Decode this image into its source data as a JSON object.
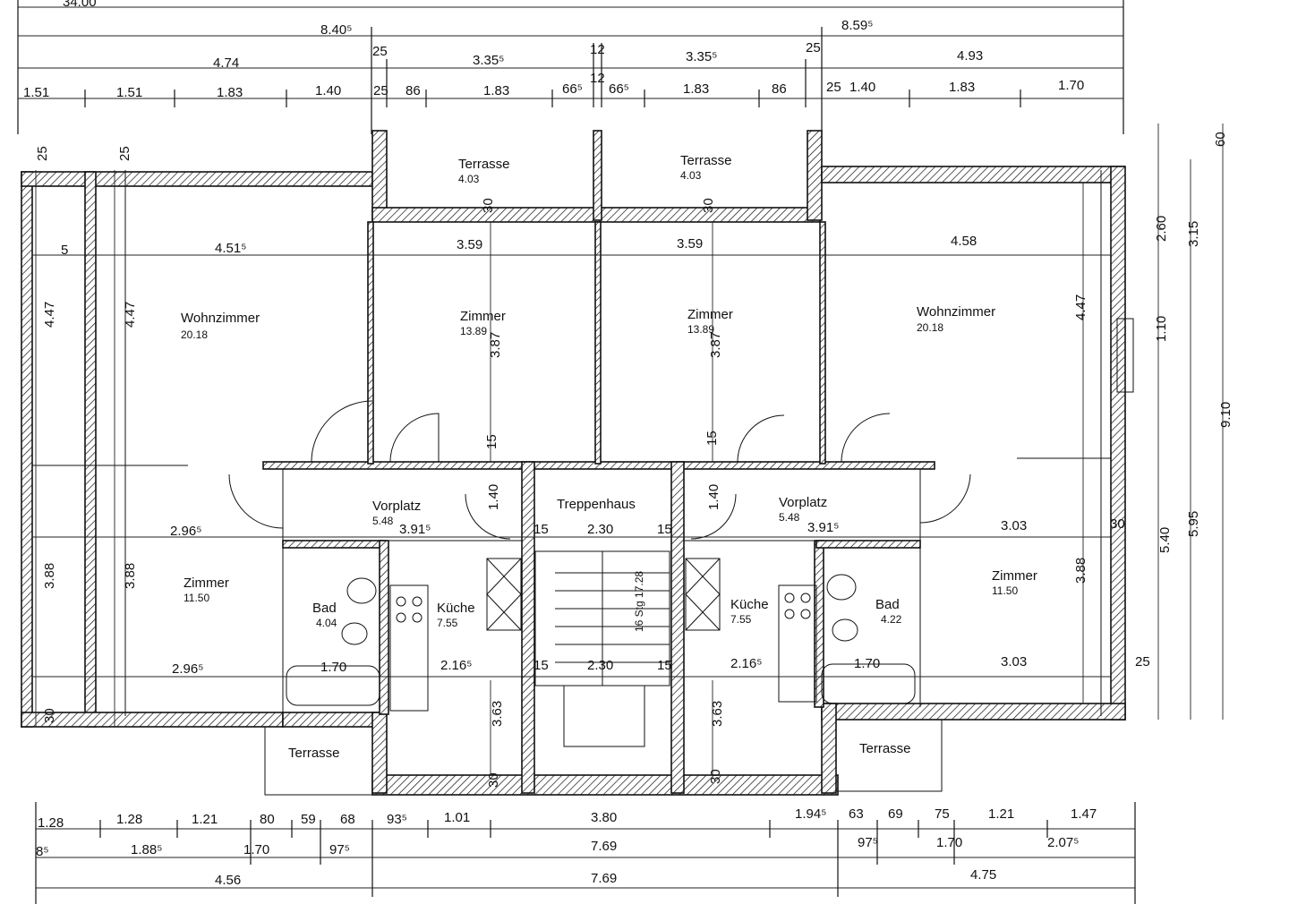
{
  "rooms": [
    {
      "name": "Wohnzimmer",
      "area": "20.18"
    },
    {
      "name": "Zimmer",
      "area": "13.89"
    },
    {
      "name": "Zimmer",
      "area": "13.89"
    },
    {
      "name": "Wohnzimmer",
      "area": "20.18"
    },
    {
      "name": "Vorplatz",
      "area": "5.48"
    },
    {
      "name": "Treppenhaus",
      "area": ""
    },
    {
      "name": "Vorplatz",
      "area": "5.48"
    },
    {
      "name": "Zimmer",
      "area": "11.50"
    },
    {
      "name": "Zimmer",
      "area": "11.50"
    },
    {
      "name": "Bad",
      "area": "4.04"
    },
    {
      "name": "Küche",
      "area": "7.55"
    },
    {
      "name": "Küche",
      "area": "7.55"
    },
    {
      "name": "Bad",
      "area": "4.22"
    },
    {
      "name": "Terrasse",
      "area": "4.03"
    },
    {
      "name": "Terrasse",
      "area": "4.03"
    },
    {
      "name": "Terrasse",
      "area": ""
    },
    {
      "name": "Terrasse",
      "area": ""
    }
  ],
  "dims_top": {
    "row0": [
      "34.00"
    ],
    "row1": [
      "8.40⁵",
      "8.59⁵"
    ],
    "row2": [
      "4.74",
      "25",
      "3.35⁵",
      "12",
      "3.35⁵",
      "25",
      "4.93"
    ],
    "row3": [
      "1.51",
      "1.51",
      "1.83",
      "1.40",
      "25",
      "86",
      "1.83",
      "66⁵",
      "66⁵",
      "1.83",
      "86",
      "25",
      "1.40",
      "1.83",
      "1.70",
      "12"
    ]
  },
  "dims_bottom": {
    "row1": [
      "1.28",
      "1.28",
      "1.21",
      "80",
      "59",
      "68",
      "93⁵",
      "1.01",
      "3.80",
      "1.94⁵",
      "63",
      "69",
      "75",
      "1.21",
      "1.47"
    ],
    "row2": [
      "8⁵",
      "1.88⁵",
      "1.70",
      "97⁵",
      "7.69",
      "97⁵",
      "1.70",
      "2.07⁵"
    ],
    "row3": [
      "4.56",
      "7.69",
      "4.75"
    ]
  },
  "dims_right": [
    "60",
    "3.15",
    "2.60",
    "1.10",
    "9.10",
    "5.95",
    "5.40",
    "25"
  ],
  "dims_left": [
    "25",
    "4.47",
    "3.88",
    "25",
    "4.47",
    "3.88"
  ],
  "inner_dims": [
    "4.51⁵",
    "3.59",
    "3.59",
    "4.58",
    "3.87",
    "3.87",
    "4.47",
    "2.96⁵",
    "2.96⁵",
    "3.91⁵",
    "3.91⁵",
    "2.30",
    "2.30",
    "1.40",
    "1.40",
    "3.03",
    "3.03",
    "1.70",
    "1.70",
    "2.16⁵",
    "2.16⁵",
    "3.63",
    "3.63",
    "3.88",
    "15",
    "15",
    "15",
    "15",
    "15",
    "15",
    "5",
    "30",
    "30",
    "30",
    "30",
    "30",
    "30"
  ],
  "stair_label": "16 Stg 17.28"
}
